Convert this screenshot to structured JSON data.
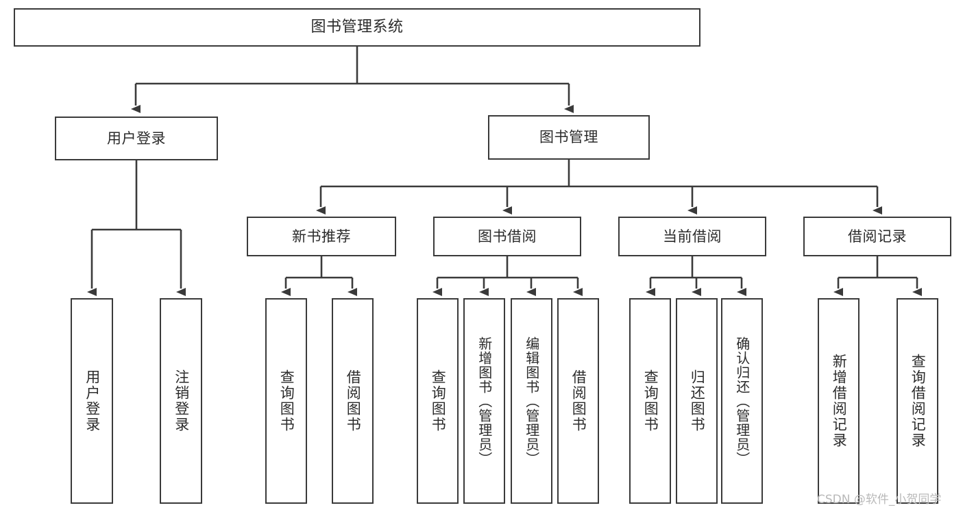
{
  "diagram": {
    "title": "图书管理系统",
    "type": "function-structure-tree",
    "watermark": "CSDN @软件_小贺同学",
    "stroke_color": "#3a3a3a",
    "background_color": "#ffffff",
    "text_color": "#2b2b2b"
  },
  "levels": {
    "root": {
      "label": "图书管理系统"
    },
    "level1": [
      {
        "id": "user-login",
        "label": "用户登录"
      },
      {
        "id": "book-management",
        "label": "图书管理"
      }
    ],
    "level2": [
      {
        "id": "new-book-recommend",
        "label": "新书推荐",
        "parent": "book-management"
      },
      {
        "id": "book-borrow",
        "label": "图书借阅",
        "parent": "book-management"
      },
      {
        "id": "current-borrow",
        "label": "当前借阅",
        "parent": "book-management"
      },
      {
        "id": "borrow-record",
        "label": "借阅记录",
        "parent": "book-management"
      }
    ],
    "leaves": {
      "user-login": [
        {
          "id": "leaf-user-login",
          "label": "用户登录"
        },
        {
          "id": "leaf-user-logout",
          "label": "注销登录"
        }
      ],
      "new-book-recommend": [
        {
          "id": "leaf-query-book-1",
          "label": "查询图书"
        },
        {
          "id": "leaf-borrow-book-1",
          "label": "借阅图书"
        }
      ],
      "book-borrow": [
        {
          "id": "leaf-query-book-2",
          "label": "查询图书"
        },
        {
          "id": "leaf-add-book",
          "label": "新增图书（管理员）"
        },
        {
          "id": "leaf-edit-book",
          "label": "编辑图书（管理员）"
        },
        {
          "id": "leaf-borrow-book-2",
          "label": "借阅图书"
        }
      ],
      "current-borrow": [
        {
          "id": "leaf-query-book-3",
          "label": "查询图书"
        },
        {
          "id": "leaf-return-book",
          "label": "归还图书"
        },
        {
          "id": "leaf-confirm-return",
          "label": "确认归还（管理员）"
        }
      ],
      "borrow-record": [
        {
          "id": "leaf-add-record",
          "label": "新增借阅记录"
        },
        {
          "id": "leaf-query-record",
          "label": "查询借阅记录"
        }
      ]
    }
  }
}
